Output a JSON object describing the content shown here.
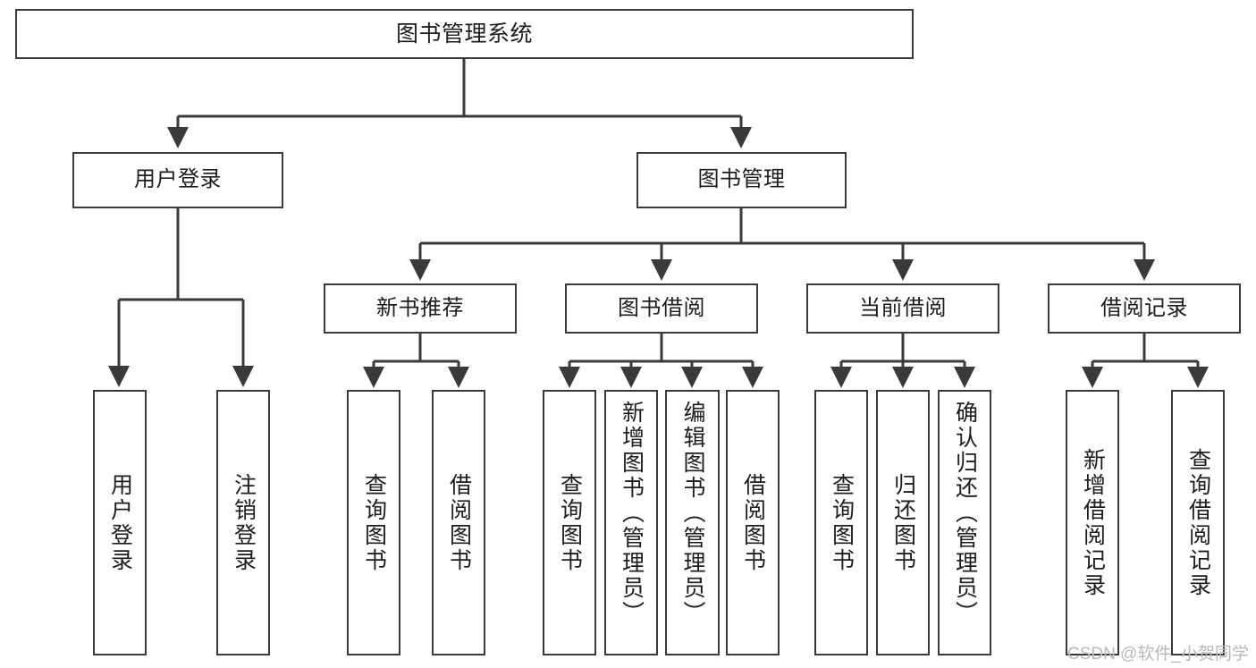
{
  "diagram": {
    "title": "图书管理系统",
    "type": "tree-hierarchy-diagram",
    "colors": {
      "stroke": "#3a3a3a",
      "fill": "#ffffff",
      "text": "#1d1d1d",
      "watermark": "#b9b9b9"
    },
    "root": {
      "label": "图书管理系统"
    },
    "level2": [
      {
        "label": "用户登录"
      },
      {
        "label": "图书管理"
      }
    ],
    "level3": [
      {
        "label": "新书推荐"
      },
      {
        "label": "图书借阅"
      },
      {
        "label": "当前借阅"
      },
      {
        "label": "借阅记录"
      }
    ],
    "leaves": {
      "user_login": [
        {
          "label": "用户登录"
        },
        {
          "label": "注销登录"
        }
      ],
      "new_book_recommend": [
        {
          "label": "查询图书"
        },
        {
          "label": "借阅图书"
        }
      ],
      "book_borrow": [
        {
          "label": "查询图书"
        },
        {
          "label": "新增图书（管理员）"
        },
        {
          "label": "编辑图书（管理员）"
        },
        {
          "label": "借阅图书"
        }
      ],
      "current_borrow": [
        {
          "label": "查询图书"
        },
        {
          "label": "归还图书"
        },
        {
          "label": "确认归还（管理员）"
        }
      ],
      "borrow_record": [
        {
          "label": "新增借阅记录"
        },
        {
          "label": "查询借阅记录"
        }
      ]
    }
  },
  "watermark": {
    "text": "CSDN @软件_小贺同学"
  }
}
